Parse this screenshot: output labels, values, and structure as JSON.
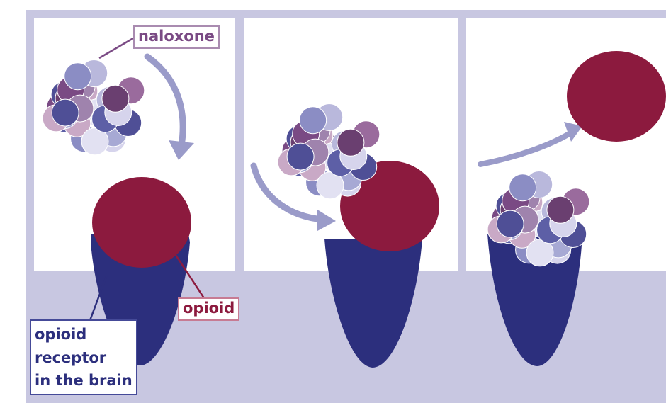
{
  "labels": {
    "naloxone": "naloxone",
    "opioid": "opioid",
    "receptor_lines": [
      "opioid",
      "receptor",
      "in the brain"
    ]
  },
  "colors": {
    "background_band": "#c8c7e1",
    "panel_fill": "#ffffff",
    "receptor": "#2c2f7d",
    "opioid": "#8c1a3e",
    "arrow": "#9a9bc9",
    "naloxone_palette": [
      "#7a4a84",
      "#b9b8dc",
      "#5d5fa6",
      "#9f83ad",
      "#d6d4ec",
      "#8b8dc4",
      "#6a3f70",
      "#a7a9d4",
      "#c9a9c6",
      "#4f4f96",
      "#e2e1f2",
      "#9a6b9d"
    ]
  }
}
